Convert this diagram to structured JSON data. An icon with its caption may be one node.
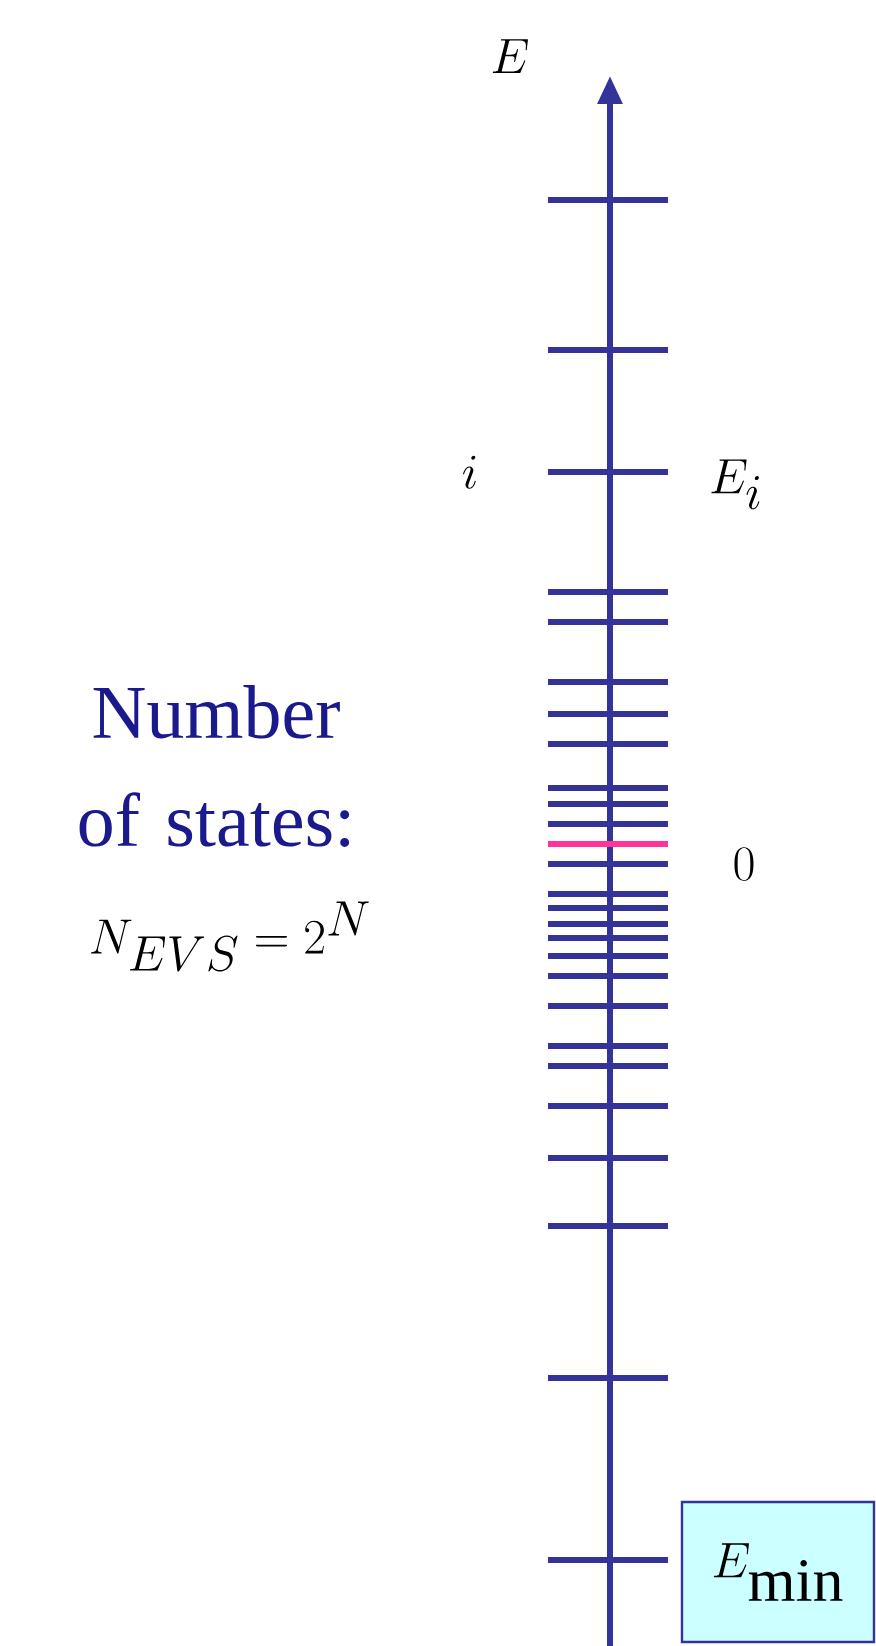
{
  "diagram": {
    "nodes": [
      {
        "text": [
          "E_{\\min}"
        ]
      }
    ],
    "labels": [
      "E",
      "i",
      "E_{i}",
      "0",
      "Number of states:",
      "N_{EVS} = 2^{N}"
    ]
  }
}
